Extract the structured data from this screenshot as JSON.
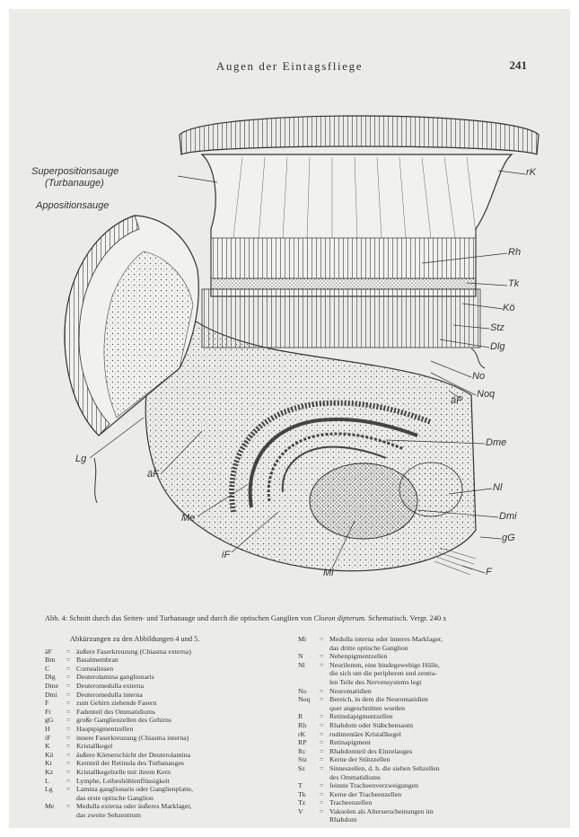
{
  "header": {
    "title": "Augen der Eintagsfliege",
    "page_number": "241"
  },
  "figure_labels": {
    "superposition": "Superpositionsauge",
    "turbanauge": "(Turbanauge)",
    "apposition": "Appositionsauge",
    "rK": "rK",
    "Rh": "Rh",
    "Tk": "Tk",
    "Ko": "Kö",
    "Stz": "Stz",
    "Dlg": "Dlg",
    "No": "No",
    "Noq": "Noq",
    "aF_right": "äF",
    "Dme": "Dme",
    "Nl": "Nl",
    "Dmi": "Dmi",
    "gG": "gG",
    "F": "F",
    "Lg": "Lg",
    "aF_left": "äF",
    "Me": "Me",
    "iF": "iF",
    "Mi": "Mi"
  },
  "caption": {
    "prefix": "Abb. 4: Schnitt durch das Seiten- und Turbanauge und durch die optischen Ganglien von",
    "genus": "Cloeon",
    "species": "dipterum.",
    "suffix": "Schematisch. Vergr. 240 x"
  },
  "legend": {
    "heading": "Abkürzungen zu den Abbildungen 4 und 5.",
    "left": [
      {
        "abbr": "äF",
        "lines": [
          "äußere Faserkreuzung (Chiasma externa)"
        ]
      },
      {
        "abbr": "Bm",
        "lines": [
          "Basalmembran"
        ]
      },
      {
        "abbr": "C",
        "lines": [
          "Cornealinsen"
        ]
      },
      {
        "abbr": "Dlg",
        "lines": [
          "Deuterolamina ganglionaris"
        ]
      },
      {
        "abbr": "Dme",
        "lines": [
          "Deuteromedulla externa"
        ]
      },
      {
        "abbr": "Dmi",
        "lines": [
          "Deuteromedulla interna"
        ]
      },
      {
        "abbr": "F",
        "lines": [
          "zum Gehirn ziehende Fasern"
        ]
      },
      {
        "abbr": "Ft",
        "lines": [
          "Fadenteil des Ommatidiums"
        ]
      },
      {
        "abbr": "gG",
        "lines": [
          "große Ganglienzellen des Gehirns"
        ]
      },
      {
        "abbr": "H",
        "lines": [
          "Hauptpigmentzellen"
        ]
      },
      {
        "abbr": "iF",
        "lines": [
          "innere Faserkreuzung (Chiasma interna)"
        ]
      },
      {
        "abbr": "K",
        "lines": [
          "Kristallkegel"
        ]
      },
      {
        "abbr": "Kö",
        "lines": [
          "äußere Körnerschicht der Deuterolamina"
        ]
      },
      {
        "abbr": "Kt",
        "lines": [
          "Kernteil der Retinula des Turbanauges"
        ]
      },
      {
        "abbr": "Kz",
        "lines": [
          "Kristallkegelzelle mit ihrem Kern"
        ]
      },
      {
        "abbr": "L",
        "lines": [
          "Lymphe, Leibeshöhlenflüssigkeit"
        ]
      },
      {
        "abbr": "Lg",
        "lines": [
          "Lamina ganglionaris oder Ganglienplatte,",
          "das erste optische Ganglion"
        ]
      },
      {
        "abbr": "Me",
        "lines": [
          "Medulla externa oder äußeres Marklager,",
          "das zweite Sehzentrum"
        ]
      }
    ],
    "right": [
      {
        "abbr": "Mi",
        "lines": [
          "Medulla interna oder inneres Marklager,",
          "das dritte optische Ganglion"
        ]
      },
      {
        "abbr": "N",
        "lines": [
          "Nebenpigmentzellen"
        ]
      },
      {
        "abbr": "Nl",
        "lines": [
          "Neurilemm, eine bindegewebige Hülle,",
          "die sich um die peripheren und zentra-",
          "len Teile des Nervensystems legt"
        ]
      },
      {
        "abbr": "No",
        "lines": [
          "Neuromatidien"
        ]
      },
      {
        "abbr": "Noq",
        "lines": [
          "Bereich, in dem die Neuromatidien",
          "quer angeschnitten wurden"
        ]
      },
      {
        "abbr": "R",
        "lines": [
          "Retinulapigmentzellen"
        ]
      },
      {
        "abbr": "Rh",
        "lines": [
          "Rhabdom oder Stäbchensaum"
        ]
      },
      {
        "abbr": "rK",
        "lines": [
          "rudimentäre Kristallkegel"
        ]
      },
      {
        "abbr": "RP",
        "lines": [
          "Retinapigment"
        ]
      },
      {
        "abbr": "Rc",
        "lines": [
          "Rhabdomteil des Einzelauges"
        ]
      },
      {
        "abbr": "Stz",
        "lines": [
          "Kerne der Stützzellen"
        ]
      },
      {
        "abbr": "Sz",
        "lines": [
          "Sinneszellen, d. h. die sieben Sehzellen",
          "des Ommatidiums"
        ]
      },
      {
        "abbr": "T",
        "lines": [
          "feinste Tracheenverzweigungen"
        ]
      },
      {
        "abbr": "Tk",
        "lines": [
          "Kerne der Tracheenzellen"
        ]
      },
      {
        "abbr": "Tz",
        "lines": [
          "Tracheenzellen"
        ]
      },
      {
        "abbr": "V",
        "lines": [
          "Vakuolen als Alterserscheinungen im",
          "Rhabdom"
        ]
      }
    ]
  }
}
